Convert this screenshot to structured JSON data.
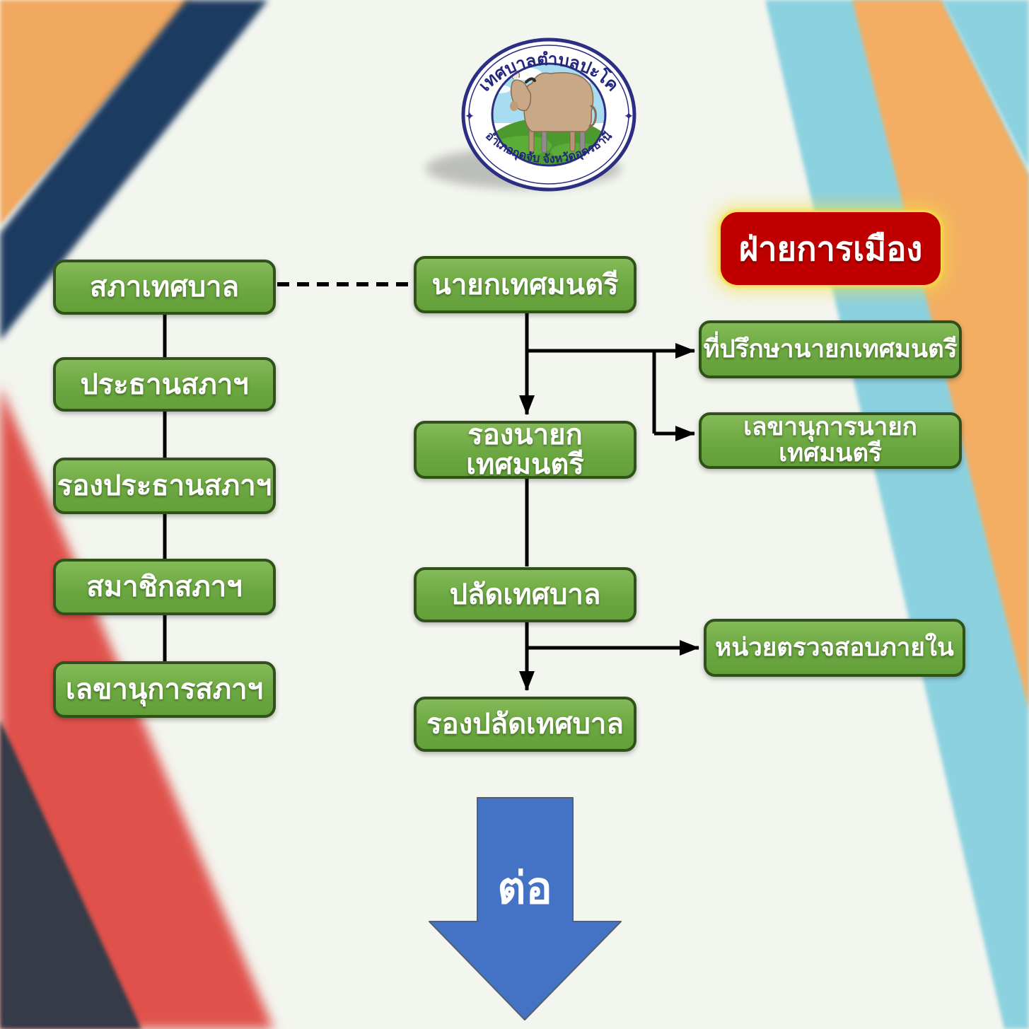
{
  "page": {
    "background_color": "#F3F5EF"
  },
  "logo": {
    "top_text": "เทศบาลตำบลปะโค",
    "bottom_text": "อำเภอกุดจับ จังหวัดอุดรธานี",
    "ring_color": "#2B2E83",
    "emblem": "cow-on-grass"
  },
  "badge": {
    "label": "ฝ่ายการเมือง",
    "background": "#C00000",
    "glow": "#F6DE46",
    "text_color": "#FFFFFF"
  },
  "chart": {
    "type": "org-chart",
    "node_fill": "#6CA841",
    "node_border": "#30521A",
    "connector_color": "#000000",
    "council_branch": [
      "สภาเทศบาล",
      "ประธานสภาฯ",
      "รองประธานสภาฯ",
      "สมาชิกสภาฯ",
      "เลขานุการสภาฯ"
    ],
    "executive_branch": [
      "นายกเทศมนตรี",
      "รองนายกเทศมนตรี",
      "ปลัดเทศบาล",
      "รองปลัดเทศบาล"
    ],
    "mayor_staff": [
      "ที่ปรึกษานายกเทศมนตรี",
      "เลขานุการนายกเทศมนตรี"
    ],
    "clerk_staff": [
      "หน่วยตรวจสอบภายใน"
    ],
    "links": [
      "สภาเทศบาล -- นายกเทศมนตรี (dashed)",
      "สภาเทศบาล - ประธานสภาฯ - รองประธานสภาฯ - สมาชิกสภาฯ - เลขานุการสภาฯ",
      "นายกเทศมนตรี -> รองนายกเทศมนตรี",
      "นายกเทศมนตรี -> ที่ปรึกษานายกเทศมนตรี",
      "นายกเทศมนตรี -> เลขานุการนายกเทศมนตรี",
      "รองนายกเทศมนตรี - ปลัดเทศบาล",
      "ปลัดเทศบาล -> รองปลัดเทศบาล",
      "ปลัดเทศบาล -> หน่วยตรวจสอบภายใน"
    ]
  },
  "continue_arrow": {
    "label": "ต่อ",
    "color": "#4472C4"
  },
  "background_stripes": {
    "top_left_orange": "#F1A85F",
    "navy": "#1E3A60",
    "coral": "#E0514B",
    "charcoal": "#343B47",
    "right_light_blue": "#8CD1DF",
    "right_orange": "#F3AE63",
    "base": "#F3F5EF"
  }
}
